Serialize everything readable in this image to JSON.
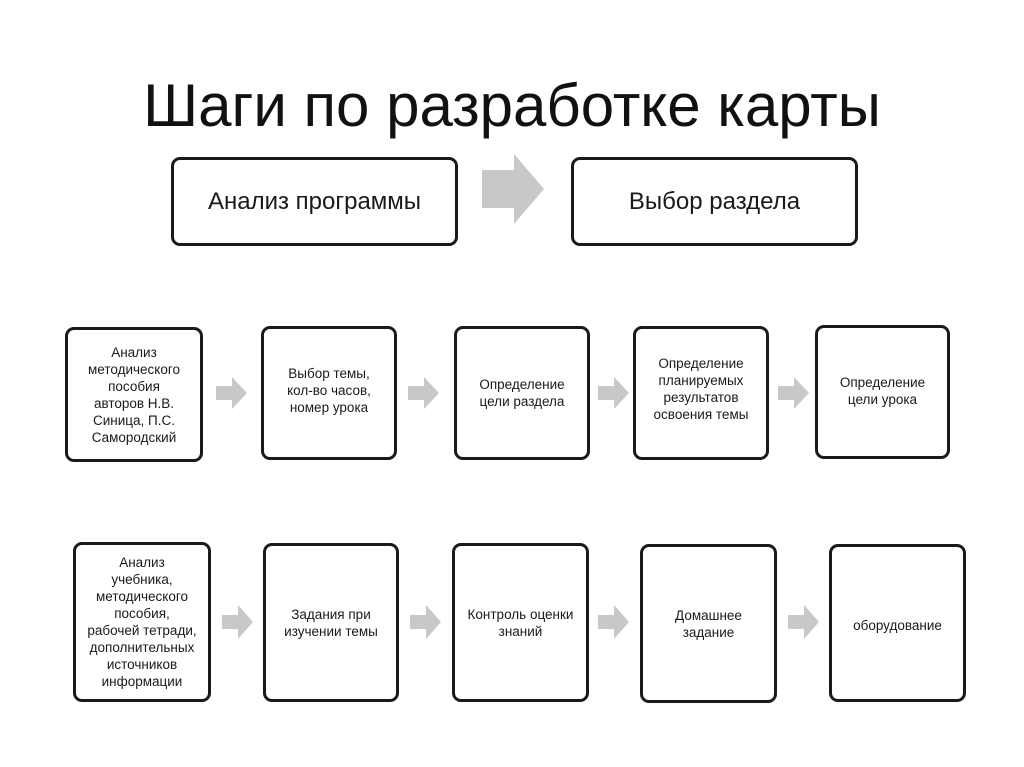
{
  "title": "Шаги по разработке карты",
  "colors": {
    "border": "#1a1a1a",
    "arrow": "#c8c8c8",
    "text": "#1a1a1a"
  },
  "row1": [
    {
      "label": "Анализ программы"
    },
    {
      "label": "Выбор раздела"
    }
  ],
  "row2": [
    {
      "label": "Анализ\nметодического\nпособия\nавторов Н.В.\nСиница, П.С.\nСамородский"
    },
    {
      "label": "Выбор темы,\nкол-во часов,\nномер урока"
    },
    {
      "label": "Определение\nцели раздела"
    },
    {
      "label": "Определение\nпланируемых\nрезультатов\nосвоения темы"
    },
    {
      "label": "Определение\nцели урока"
    }
  ],
  "row3": [
    {
      "label": "Анализ\nучебника,\nметодического\nпособия,\nрабочей тетради,\nдополнительных\nисточников\nинформации"
    },
    {
      "label": "Задания при\nизучении темы"
    },
    {
      "label": "Контроль оценки\nзнаний"
    },
    {
      "label": "Домашнее\nзадание"
    },
    {
      "label": "оборудование"
    }
  ]
}
